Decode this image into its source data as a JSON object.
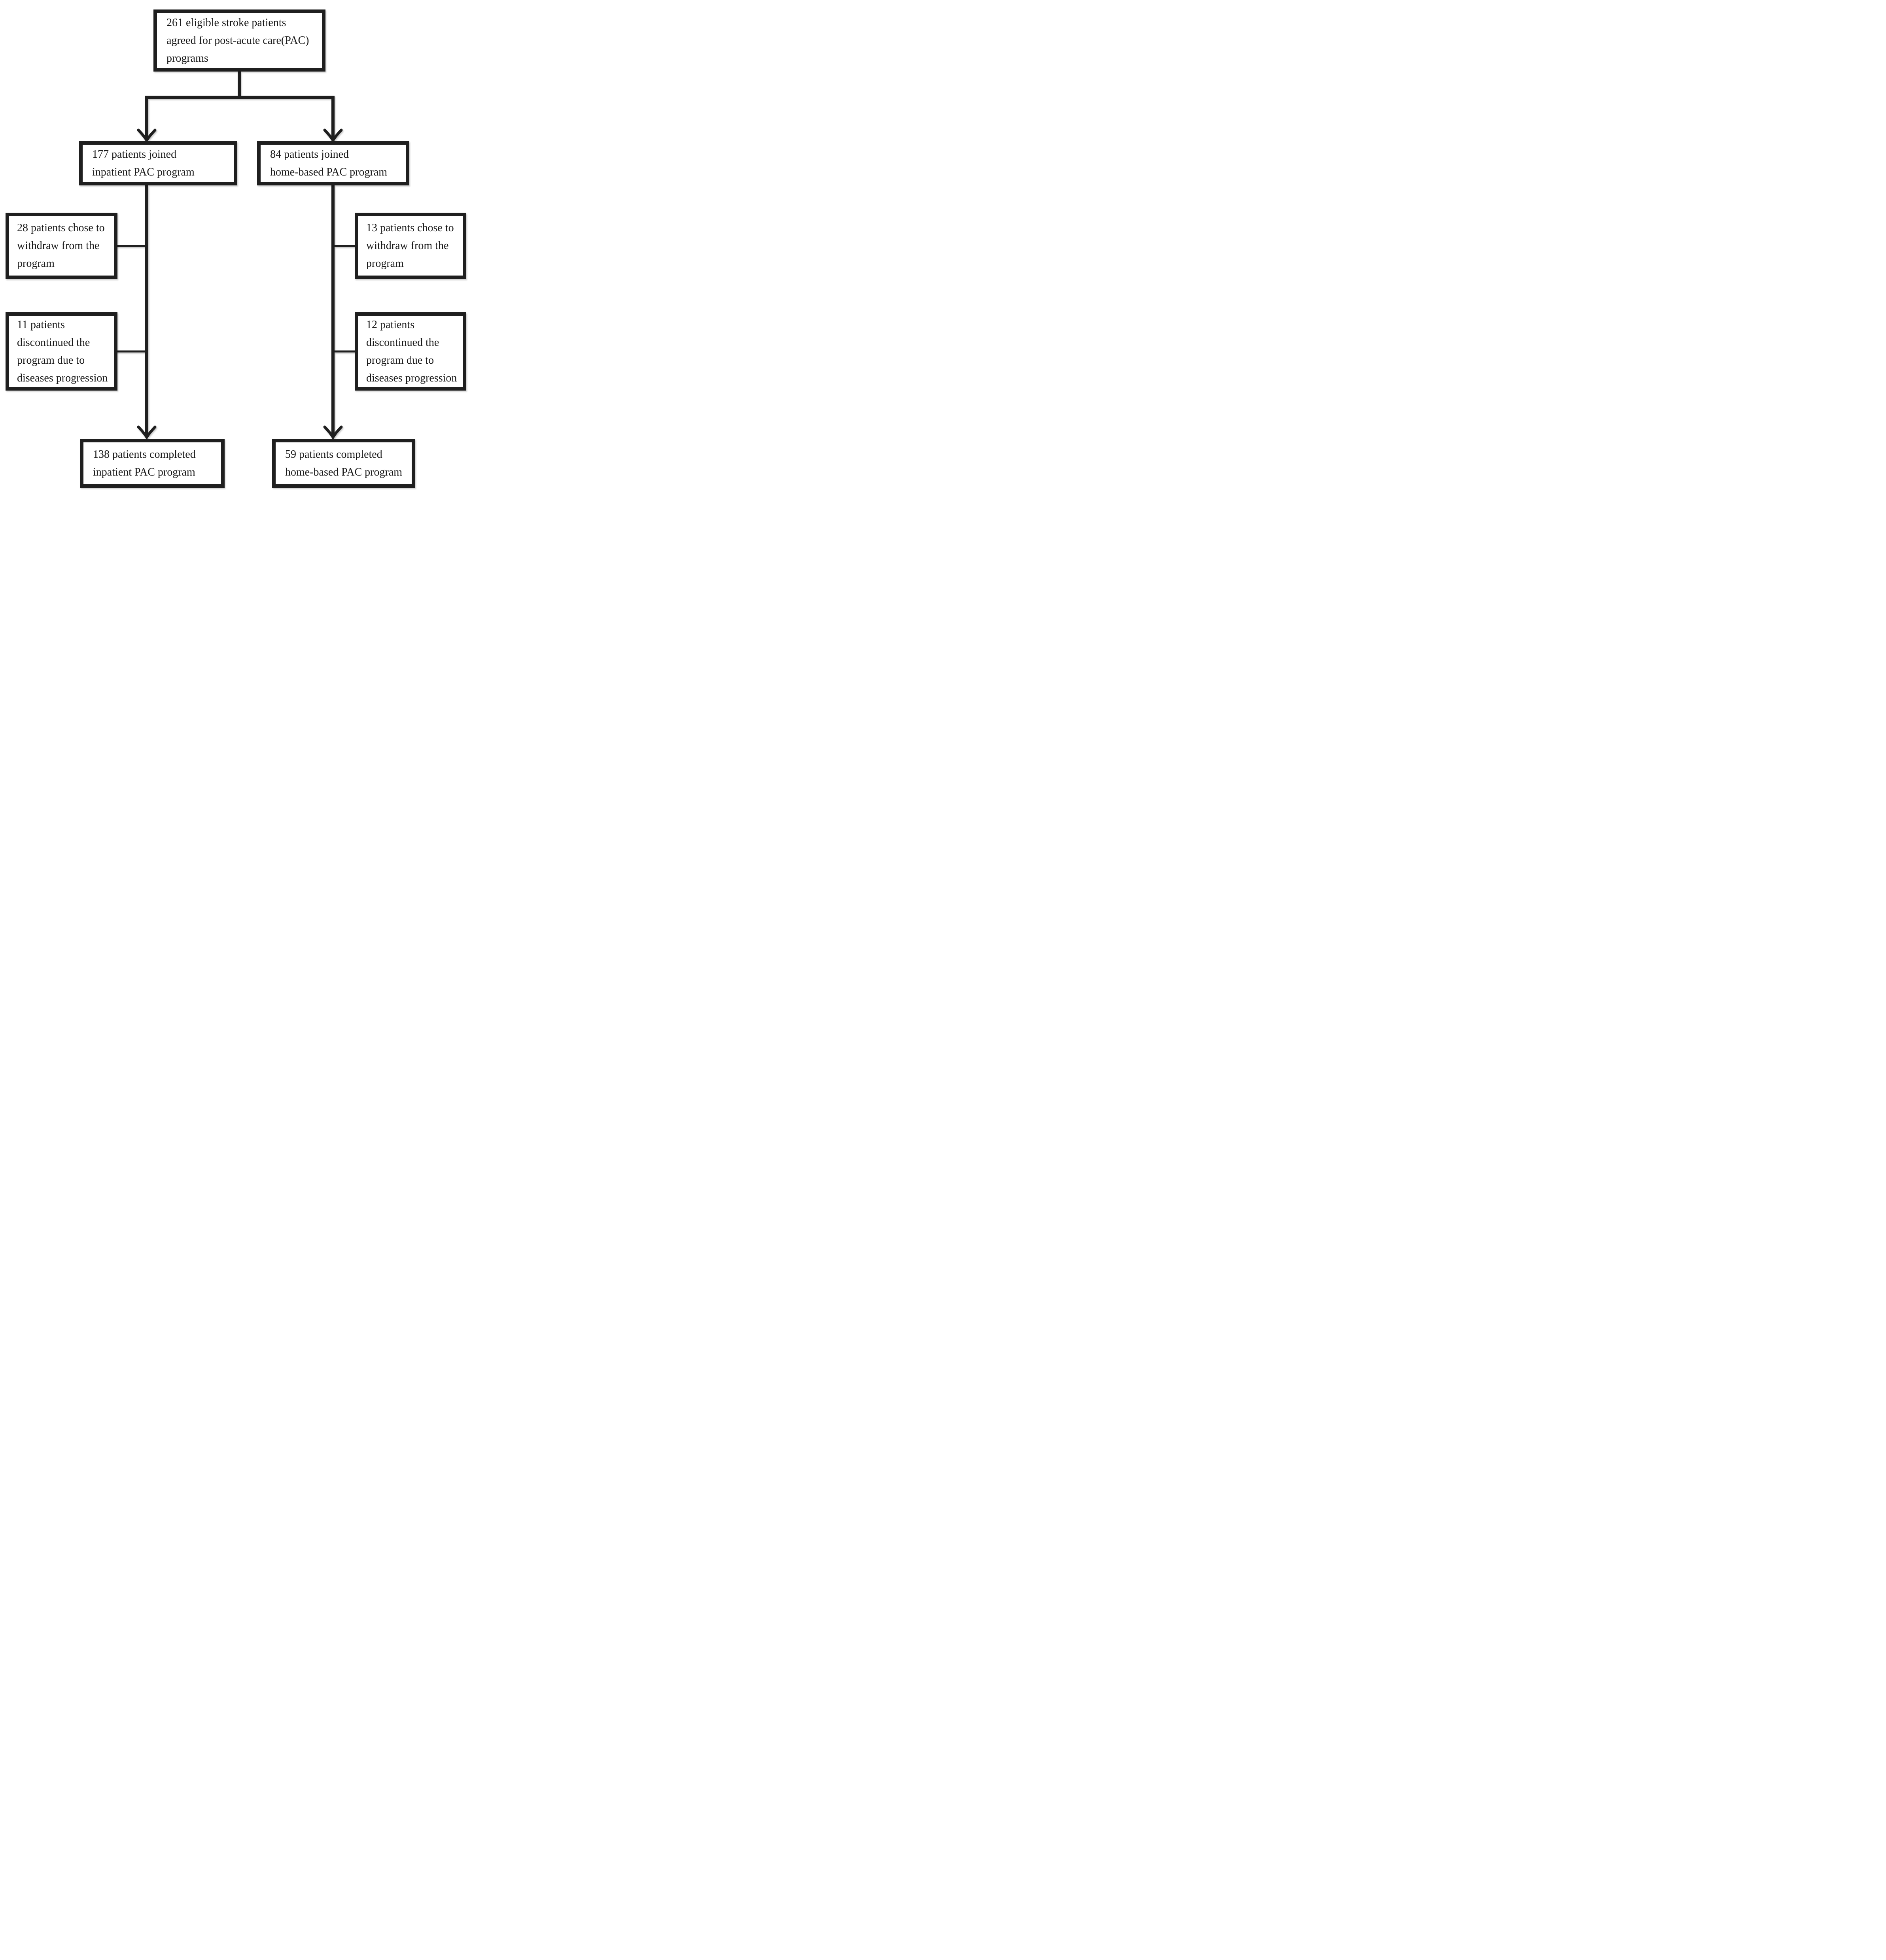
{
  "diagram": {
    "kind": "patient-flow-chart",
    "background": "#ffffff",
    "line_color": "#1f1f1f",
    "text_color": "#1a1a1a"
  },
  "boxes": {
    "source": {
      "lines": [
        "261 eligible stroke patients",
        "agreed for post-acute care(PAC)",
        "programs"
      ]
    },
    "inpatient_joined": {
      "lines": [
        "177 patients joined",
        "inpatient PAC program"
      ]
    },
    "home_joined": {
      "lines": [
        "84 patients joined",
        "home-based PAC program"
      ]
    },
    "inpatient_withdraw": {
      "lines": [
        "28 patients chose to",
        "withdraw from the",
        "program"
      ]
    },
    "home_withdraw": {
      "lines": [
        "13 patients chose to",
        "withdraw from the",
        "program"
      ]
    },
    "inpatient_discontinued": {
      "lines": [
        "11 patients",
        "discontinued the",
        "program due to",
        "diseases progression"
      ]
    },
    "home_discontinued": {
      "lines": [
        "12 patients",
        "discontinued the",
        "program due to",
        "diseases progression"
      ]
    },
    "inpatient_completed": {
      "lines": [
        "138 patients completed",
        "inpatient PAC program"
      ]
    },
    "home_completed": {
      "lines": [
        "59 patients completed",
        "home-based PAC program"
      ]
    }
  }
}
